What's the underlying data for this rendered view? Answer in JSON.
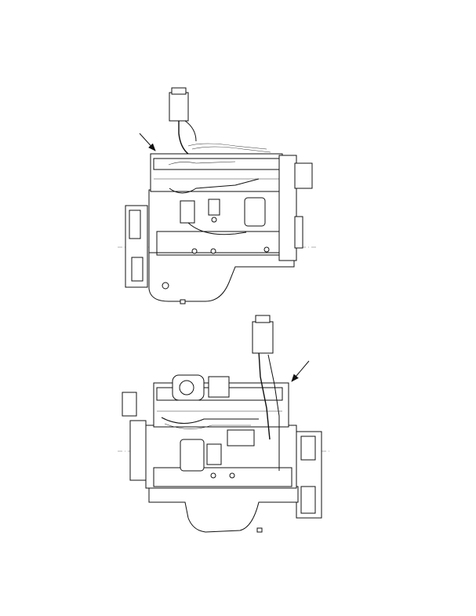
{
  "figure": {
    "views": [
      {
        "name": "engine-left-side-view",
        "arrow": "callout-arrow-left"
      },
      {
        "name": "engine-right-side-view",
        "arrow": "callout-arrow-right"
      }
    ],
    "colors": {
      "line": "#111111",
      "background": "#ffffff"
    }
  }
}
